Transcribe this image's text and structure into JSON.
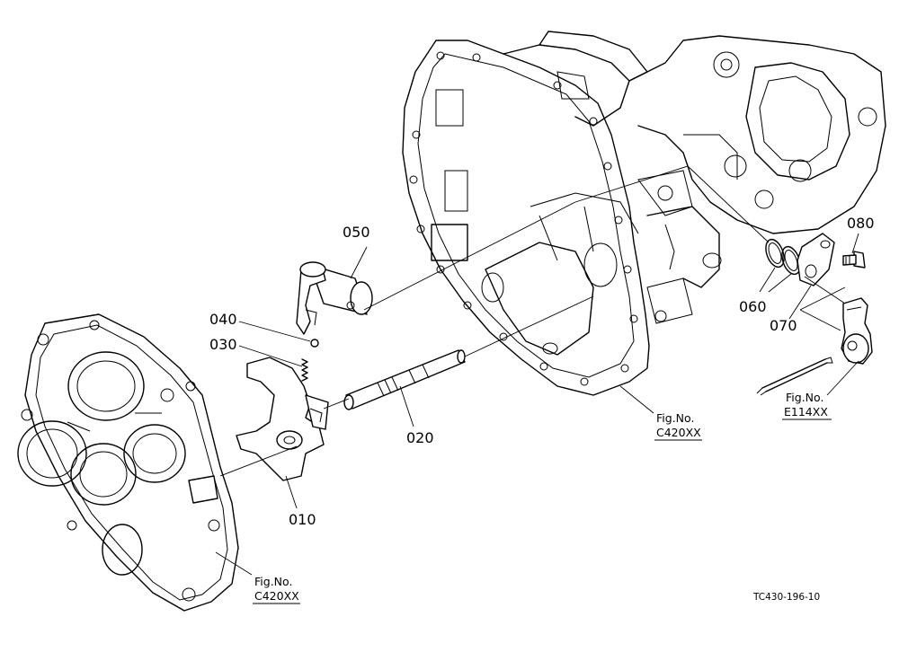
{
  "parts": {
    "p010": "010",
    "p020": "020",
    "p030": "030",
    "p040": "040",
    "p050": "050",
    "p060": "060",
    "p070": "070",
    "p080": "080"
  },
  "refs": {
    "housing": {
      "line1": "Fig.No.",
      "line2": "C420XX"
    },
    "cover": {
      "line1": "Fig.No.",
      "line2": "C420XX"
    },
    "lever": {
      "line1": "Fig.No.",
      "line2": "E114XX"
    }
  },
  "drawing_code": "TC430-196-10"
}
